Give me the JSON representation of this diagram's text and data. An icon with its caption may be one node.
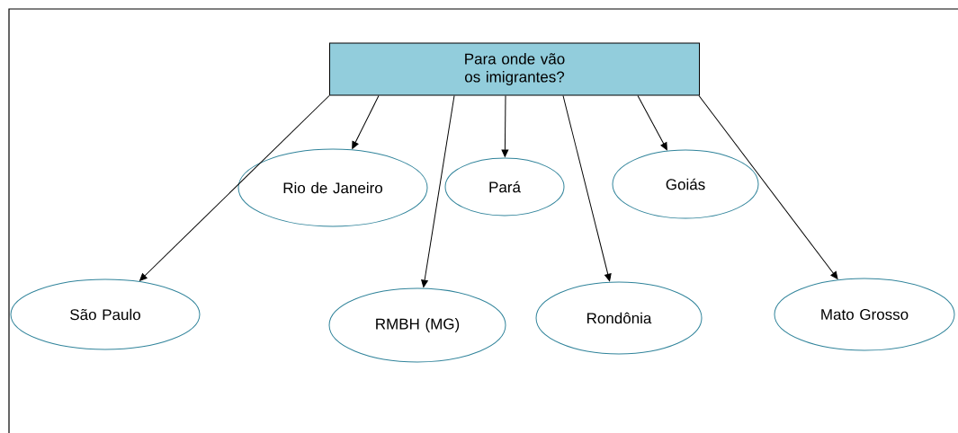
{
  "diagram": {
    "nodes": [
      {
        "text": [
          "Para onde vão os imigrantes?"
        ]
      },
      {
        "text": [
          "Rio de Janeiro"
        ]
      },
      {
        "text": [
          "Pará"
        ]
      },
      {
        "text": [
          "Goiás"
        ]
      },
      {
        "text": [
          "São Paulo"
        ]
      },
      {
        "text": [
          "RMBH (MG)"
        ]
      },
      {
        "text": [
          "Rondônia"
        ]
      },
      {
        "text": [
          "Mato Grosso"
        ]
      }
    ],
    "edges": [
      {
        "from": 0,
        "to": 4,
        "arrow": "to"
      },
      {
        "from": 0,
        "to": 1,
        "arrow": "to"
      },
      {
        "from": 0,
        "to": 5,
        "arrow": "to"
      },
      {
        "from": 0,
        "to": 2,
        "arrow": "to"
      },
      {
        "from": 0,
        "to": 6,
        "arrow": "to"
      },
      {
        "from": 0,
        "to": 3,
        "arrow": "to"
      },
      {
        "from": 0,
        "to": 7,
        "arrow": "to"
      }
    ]
  }
}
